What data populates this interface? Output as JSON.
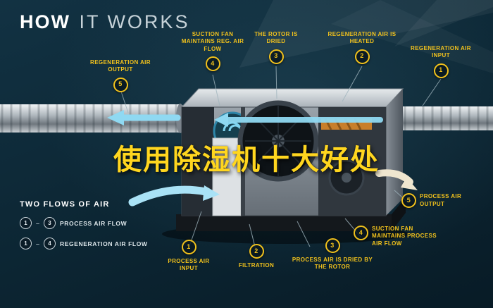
{
  "title": {
    "word_bold": "HOW",
    "word_light": "IT WORKS"
  },
  "overlay_text": "使用除湿机十大好处",
  "legend": {
    "title": "TWO FLOWS OF AIR",
    "items": [
      {
        "from": "1",
        "sep": "–",
        "to": "3",
        "label": "PROCESS AIR FLOW"
      },
      {
        "from": "1",
        "sep": "–",
        "to": "4",
        "label": "REGENERATION AIR FLOW"
      }
    ]
  },
  "callouts": [
    {
      "num": "5",
      "label": "REGENERATION AIR OUTPUT"
    },
    {
      "num": "4",
      "label": "SUCTION FAN MAINTAINS REG. AIR FLOW"
    },
    {
      "num": "3",
      "label": "THE ROTOR IS DRIED"
    },
    {
      "num": "2",
      "label": "REGENERATION AIR IS HEATED"
    },
    {
      "num": "1",
      "label": "REGENERATION AIR INPUT"
    },
    {
      "num": "5",
      "label": "PROCESS AIR OUTPUT"
    },
    {
      "num": "4",
      "label": "SUCTION FAN MAINTAINS PROCESS AIR FLOW"
    },
    {
      "num": "3",
      "label": "PROCESS AIR IS DRIED BY THE ROTOR"
    },
    {
      "num": "2",
      "label": "FILTRATION"
    },
    {
      "num": "1",
      "label": "PROCESS AIR INPUT"
    }
  ],
  "colors": {
    "background": "#0d2836",
    "accent_yellow": "#f2c21c",
    "overlay_yellow": "#ffd61f",
    "flow_blue": "#8fd9f2",
    "flow_cream": "#efe6cf"
  }
}
